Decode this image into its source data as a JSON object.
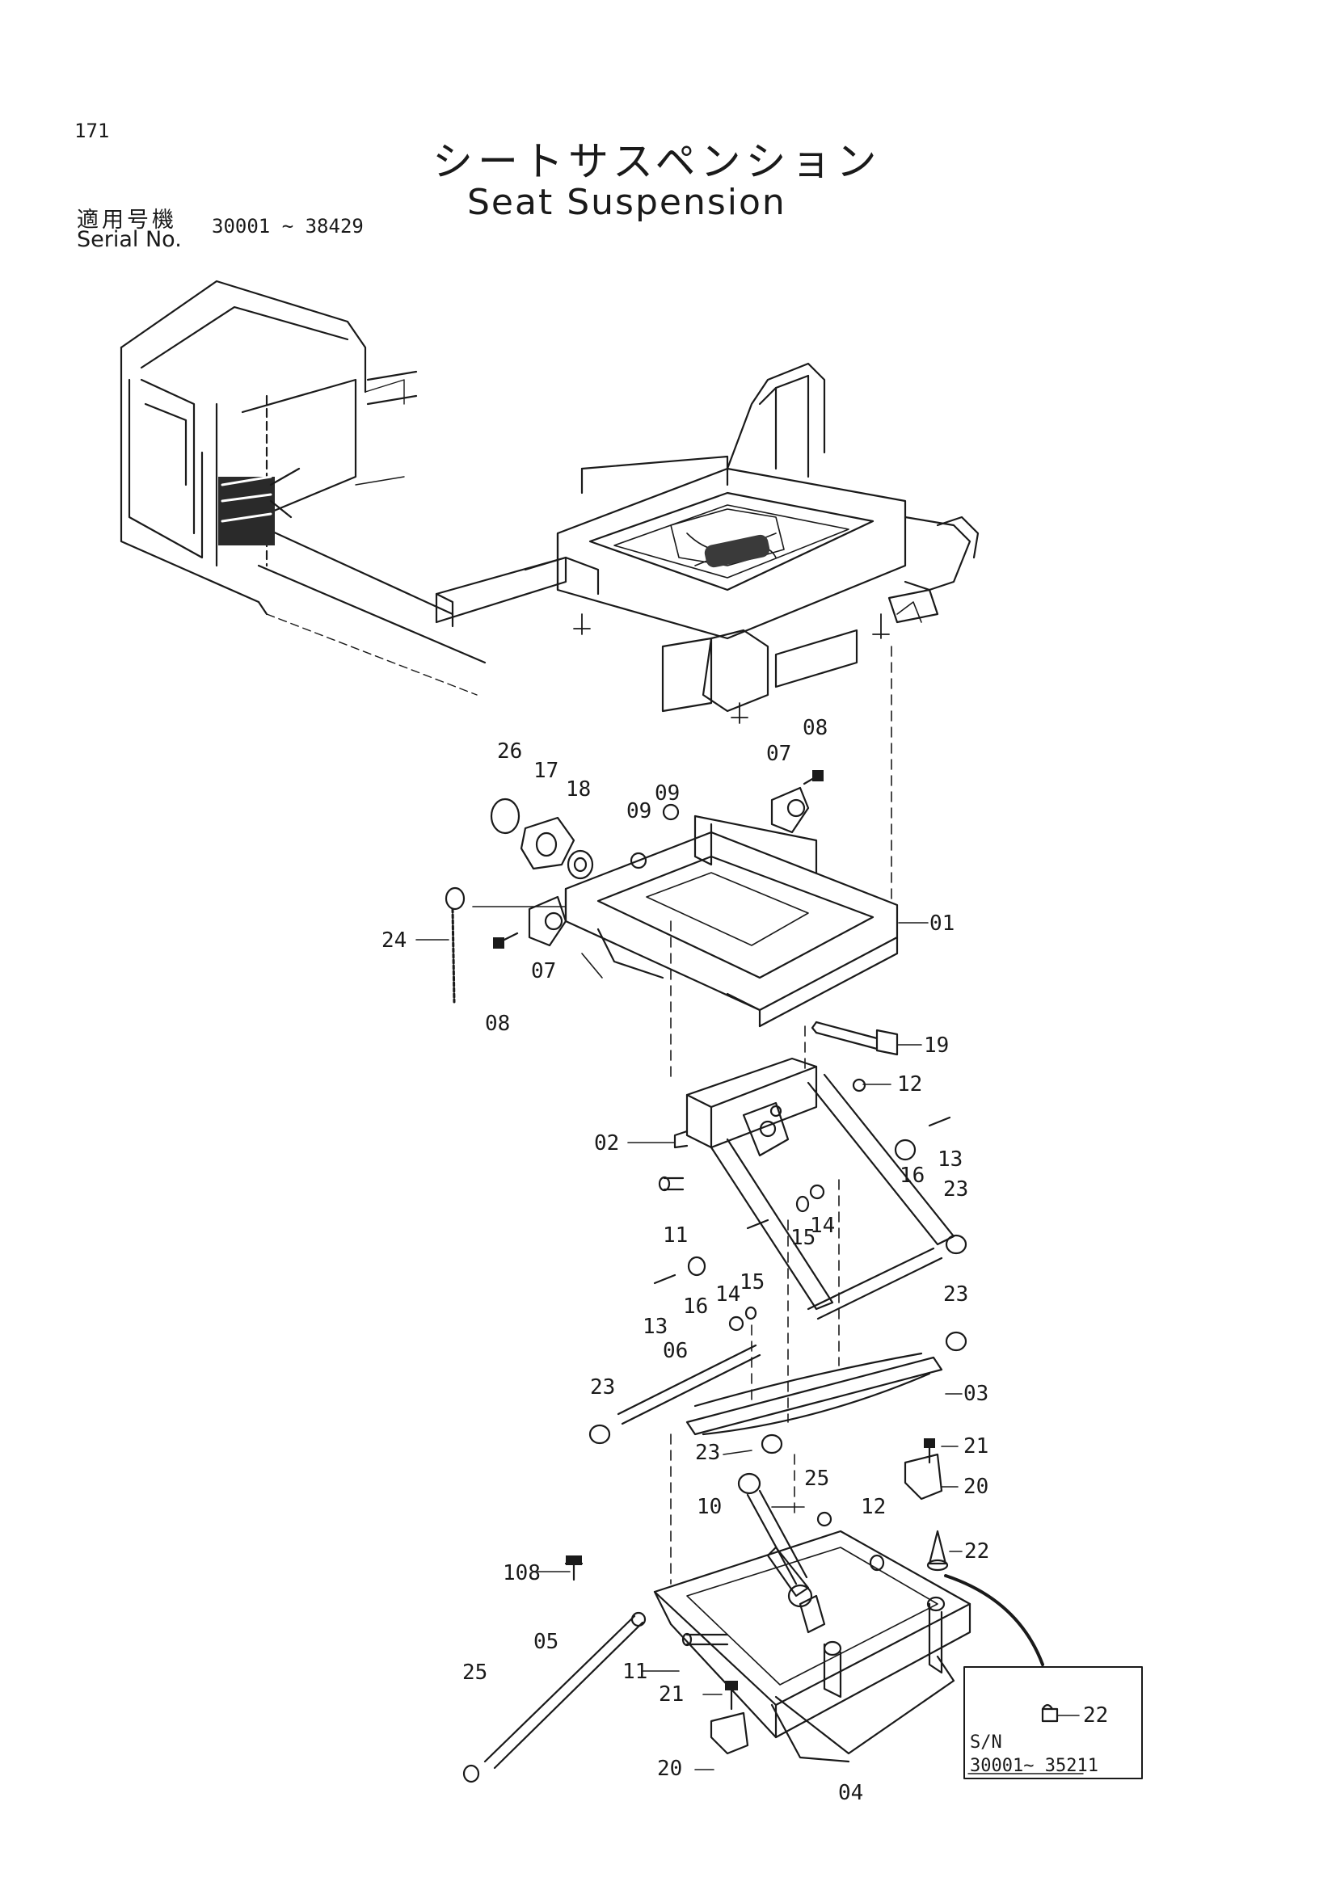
{
  "page": {
    "number": "171",
    "title_ja": "シートサスペンション",
    "title_en": "Seat Suspension",
    "serial_label_ja": "適用号機",
    "serial_label_en": "Serial No.",
    "serial_range": "30001 ~ 38429"
  },
  "callouts": {
    "c01": "01",
    "c02": "02",
    "c03": "03",
    "c04": "04",
    "c05": "05",
    "c06": "06",
    "c07a": "07",
    "c07b": "07",
    "c08a": "08",
    "c08b": "08",
    "c09a": "09",
    "c09b": "09",
    "c10": "10",
    "c11a": "11",
    "c11b": "11",
    "c12a": "12",
    "c12b": "12",
    "c13a": "13",
    "c13b": "13",
    "c14a": "14",
    "c14b": "14",
    "c15a": "15",
    "c15b": "15",
    "c16a": "16",
    "c16b": "16",
    "c17": "17",
    "c18": "18",
    "c19": "19",
    "c20a": "20",
    "c20b": "20",
    "c21a": "21",
    "c21b": "21",
    "c22a": "22",
    "c22b": "22",
    "c23a": "23",
    "c23b": "23",
    "c23c": "23",
    "c23d": "23",
    "c24": "24",
    "c25a": "25",
    "c25b": "25",
    "c26": "26",
    "c108": "108"
  },
  "inset": {
    "label": "S/N",
    "range": "30001~ 35211"
  }
}
